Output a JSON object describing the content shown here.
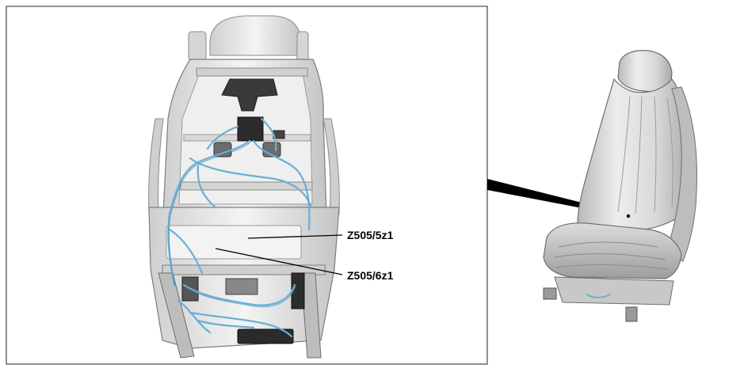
{
  "callouts": [
    {
      "id": "z505-5z1",
      "text": "Z505/5z1"
    },
    {
      "id": "z505-6z1",
      "text": "Z505/6z1"
    }
  ],
  "colors": {
    "frame_border": "#222222",
    "metal_light": "#e6e6e6",
    "metal_mid": "#bdbdbd",
    "metal_dark": "#7a7a7a",
    "wiring": "#6aaed6",
    "wiring_dark": "#3b86b8",
    "connector": "#2b2b2b",
    "leader": "#000000"
  }
}
